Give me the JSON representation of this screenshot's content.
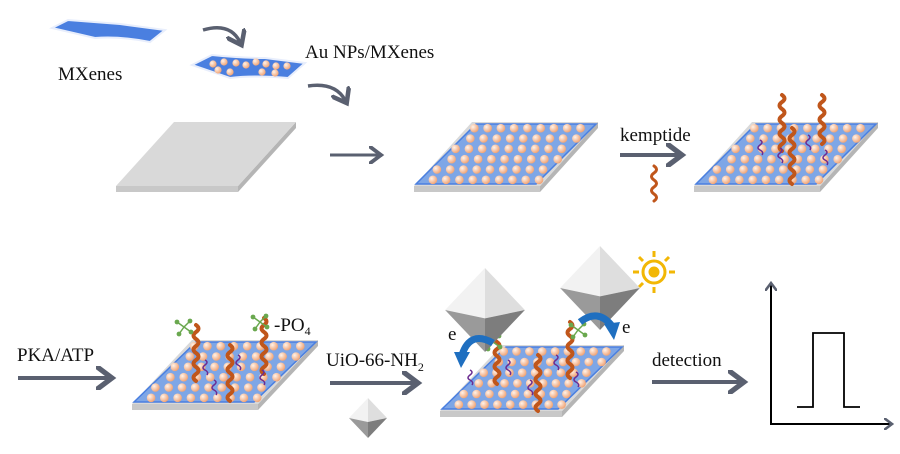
{
  "labels": {
    "mxenes": "MXenes",
    "au_mxenes": "Au NPs/MXenes",
    "kemptide": "kemptide",
    "pka_atp": "PKA/ATP",
    "po4_prefix": "-PO",
    "po4_sub": "4",
    "uio_main": "UiO-66-NH",
    "uio_sub": "2",
    "electron": "e",
    "detection": "detection"
  },
  "colors": {
    "mxene": "#4a7fe0",
    "substrate": "#d9d9d9",
    "au_np": "#f4b48a",
    "kemptide": "#c0561b",
    "linker": "#6b2c91",
    "phosphate": "#6aa84f",
    "electron_arrow": "#1f6fc0",
    "arrow": "#5a6070",
    "light": "#f2b705"
  }
}
